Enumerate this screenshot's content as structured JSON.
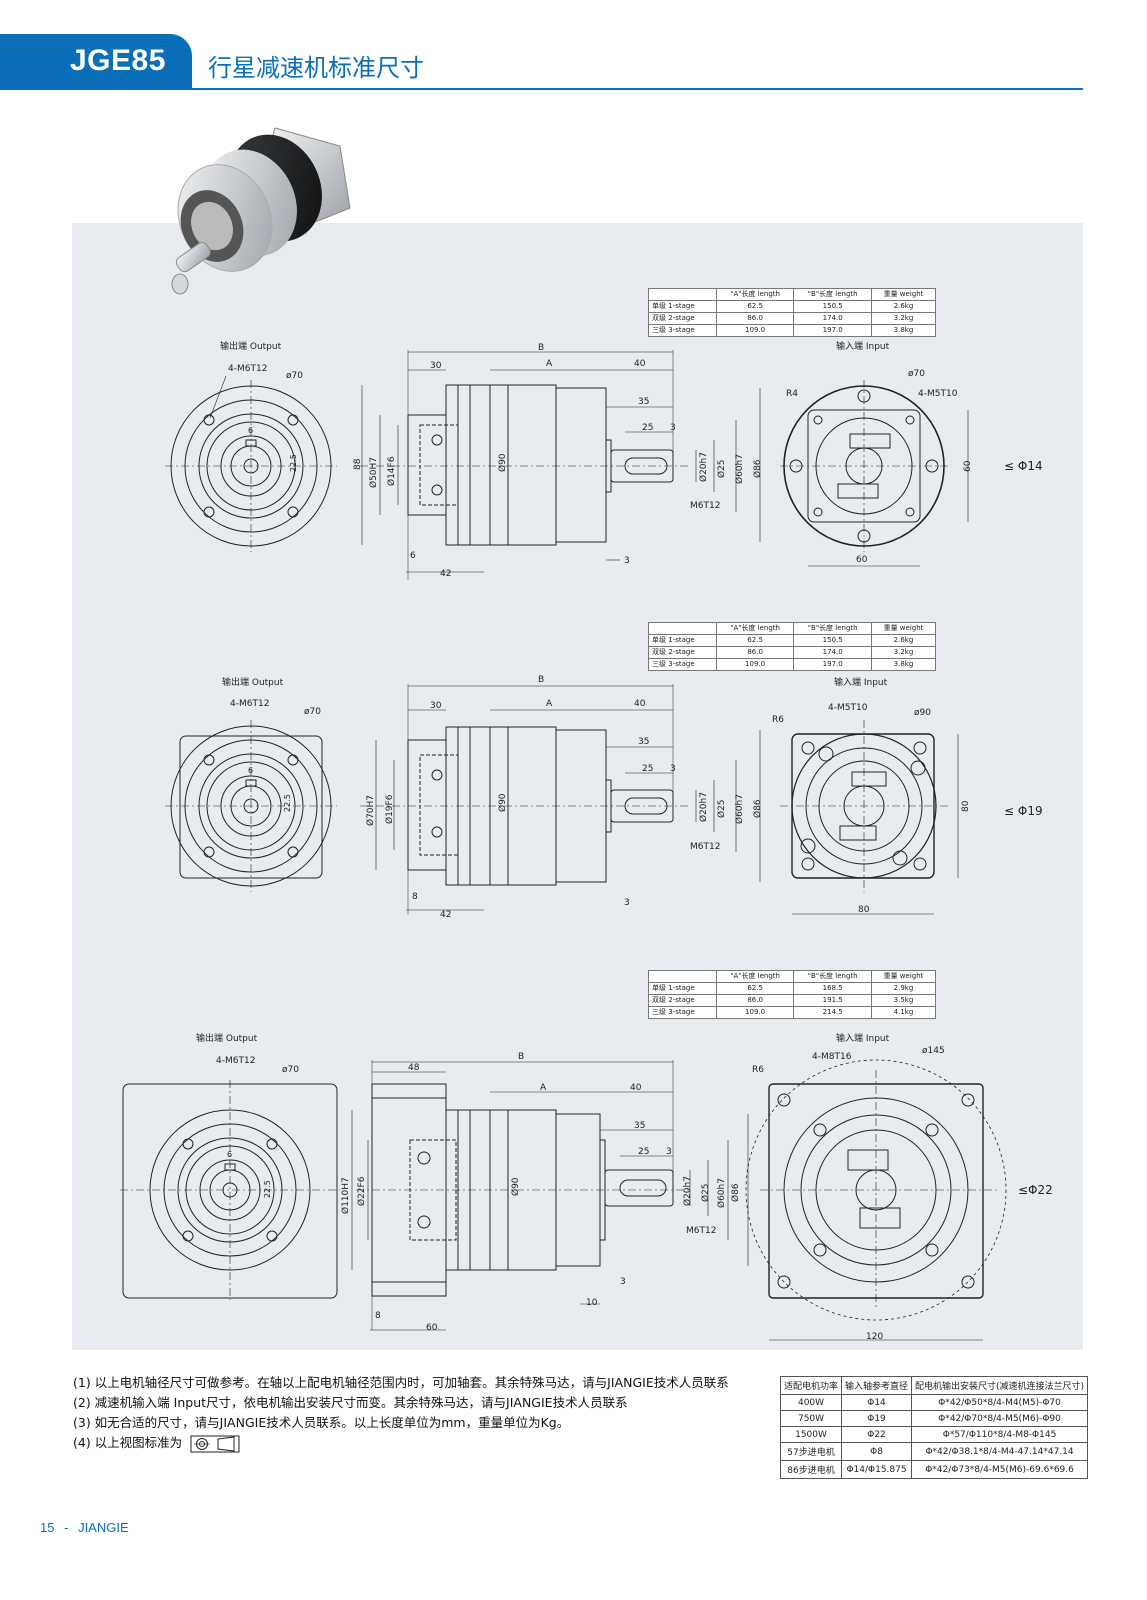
{
  "header": {
    "code": "JGE85",
    "title": "行星减速机标准尺寸"
  },
  "colors": {
    "brand": "#0a6fb8",
    "panel": "#e8ecf0"
  },
  "spec_headers": [
    "\"A\"长度 length",
    "\"B\"长度 length",
    "重量 weight"
  ],
  "spec_tables": [
    {
      "rows": [
        [
          "单级 1-stage",
          "62.5",
          "150.5",
          "2.6kg"
        ],
        [
          "双级 2-stage",
          "86.0",
          "174.0",
          "3.2kg"
        ],
        [
          "三级 3-stage",
          "109.0",
          "197.0",
          "3.8kg"
        ]
      ]
    },
    {
      "rows": [
        [
          "单级 1-stage",
          "62.5",
          "150.5",
          "2.6kg"
        ],
        [
          "双级 2-stage",
          "86.0",
          "174.0",
          "3.2kg"
        ],
        [
          "三级 3-stage",
          "109.0",
          "197.0",
          "3.8kg"
        ]
      ]
    },
    {
      "rows": [
        [
          "单级 1-stage",
          "62.5",
          "168.5",
          "2.9kg"
        ],
        [
          "双级 2-stage",
          "86.0",
          "191.5",
          "3.5kg"
        ],
        [
          "三级 3-stage",
          "109.0",
          "214.5",
          "4.1kg"
        ]
      ]
    }
  ],
  "labels": {
    "output": "输出端 Output",
    "input": "输入端 Input"
  },
  "dims": {
    "common": {
      "B": "B",
      "A": "A",
      "d30": "30",
      "d40": "40",
      "d35": "35",
      "d25": "25",
      "d3": "3",
      "d6": "6",
      "d22_5": "22.5",
      "d20h7": "Ø20h7",
      "d25s": "Ø25",
      "d60h7": "Ø60h7",
      "d86": "Ø86",
      "d90": "Ø90",
      "m6t12": "M6T12",
      "out_holes": "4-M6T12",
      "d70": "ø70"
    },
    "v1": {
      "d88": "88",
      "d50h7": "Ø50H7",
      "d14f6": "Ø14F6",
      "d6": "6",
      "d42": "42",
      "r": "R4",
      "in_holes": "4-M5T10",
      "in_pcd": "ø70",
      "in_w": "60",
      "in_h": "60",
      "shaft": "≤ Φ14"
    },
    "v2": {
      "d70h7": "Ø70H7",
      "d19f6": "Ø19F6",
      "d8": "8",
      "d42": "42",
      "r": "R6",
      "in_holes": "4-M5T10",
      "in_pcd": "ø90",
      "in_w": "80",
      "in_h": "80",
      "shaft": "≤ Φ19"
    },
    "v3": {
      "d48": "48",
      "d110h7": "Ø110H7",
      "d22f6": "Ø22F6",
      "d8": "8",
      "d10": "10",
      "d60": "60",
      "r": "R6",
      "in_holes": "4-M8T16",
      "in_pcd": "ø145",
      "in_w": "120",
      "shaft": "≤Φ22"
    }
  },
  "notes": [
    "(1) 以上电机轴径尺寸可做参考。在轴以上配电机轴径范围内时，可加轴套。其余特殊马达，请与JIANGIE技术人员联系",
    "(2) 减速机输入端 Input尺寸，依电机输出安装尺寸而变。其余特殊马达，请与JIANGIE技术人员联系",
    "(3) 如无合适的尺寸，请与JIANGIE技术人员联系。以上长度单位为mm，重量单位为Kg。",
    "(4) 以上视图标准为"
  ],
  "motor_table": {
    "headers": [
      "适配电机功率",
      "输入轴参考直径",
      "配电机输出安装尺寸(减速机连接法兰尺寸)"
    ],
    "rows": [
      [
        "400W",
        "Φ14",
        "Φ*42/Φ50*8/4-M4(M5)-Φ70"
      ],
      [
        "750W",
        "Φ19",
        "Φ*42/Φ70*8/4-M5(M6)-Φ90"
      ],
      [
        "1500W",
        "Φ22",
        "Φ*57/Φ110*8/4-M8-Φ145"
      ],
      [
        "57步进电机",
        "Φ8",
        "Φ*42/Φ38.1*8/4-M4-47.14*47.14"
      ],
      [
        "86步进电机",
        "Φ14/Φ15.875",
        "Φ*42/Φ73*8/4-M5(M6)-69.6*69.6"
      ]
    ]
  },
  "footer": {
    "page": "15",
    "sep": "-",
    "brand": "JIANGIE"
  }
}
